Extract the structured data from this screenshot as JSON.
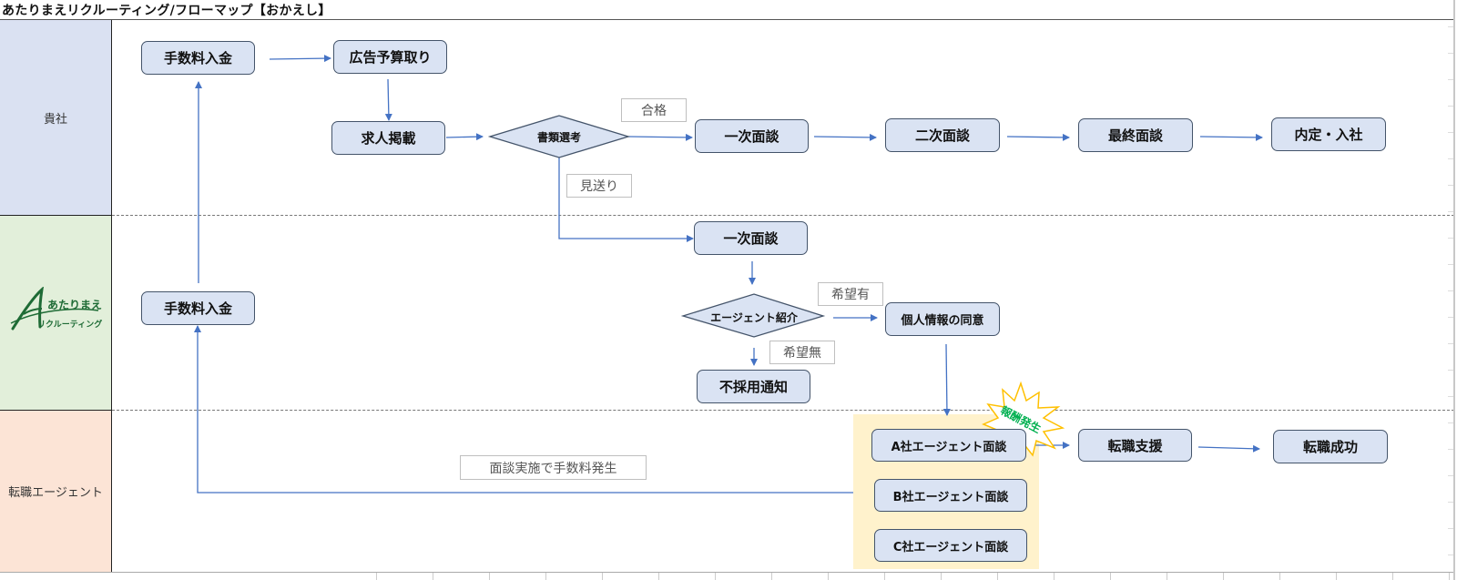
{
  "title": "あたりまえリクルーティング/フローマップ【おかえし】",
  "lanes": [
    {
      "label": "貴社"
    },
    {
      "label": "",
      "logo": {
        "line1": "あたりまえ",
        "line2": "リクルーティング",
        "initial": "A"
      }
    },
    {
      "label": "転職エージェント"
    }
  ],
  "nodes": {
    "fee_payment_top": "手数料入金",
    "ad_budget": "広告予算取り",
    "job_posting": "求人掲載",
    "doc_screening": "書類選考",
    "first_interview_company": "一次面談",
    "second_interview": "二次面談",
    "final_interview": "最終面談",
    "offer_join": "内定・入社",
    "first_interview_atari": "一次面談",
    "agent_intro": "エージェント紹介",
    "personal_info_consent": "個人情報の同意",
    "rejection_notice": "不採用通知",
    "fee_payment_mid": "手数料入金",
    "agent_a": "A社エージェント面談",
    "agent_b": "B社エージェント面談",
    "agent_c": "C社エージェント面談",
    "career_support": "転職支援",
    "career_success": "転職成功"
  },
  "edge_labels": {
    "pass": "合格",
    "decline": "見送り",
    "wish_yes": "希望有",
    "wish_no": "希望無",
    "fee_on_interview": "面談実施で手数料発生"
  },
  "callout": {
    "text": "報酬発生"
  },
  "colors": {
    "box_fill": "#dae3f3",
    "box_border": "#44546a",
    "arrow": "#4472c4",
    "lane_company": "#dae1f2",
    "lane_atari": "#e2efda",
    "lane_agent": "#fce4d6",
    "agent_group": "#fff2cc",
    "burst_border": "#ffc000",
    "burst_text": "#00b050",
    "logo_green": "#1e6b35"
  }
}
